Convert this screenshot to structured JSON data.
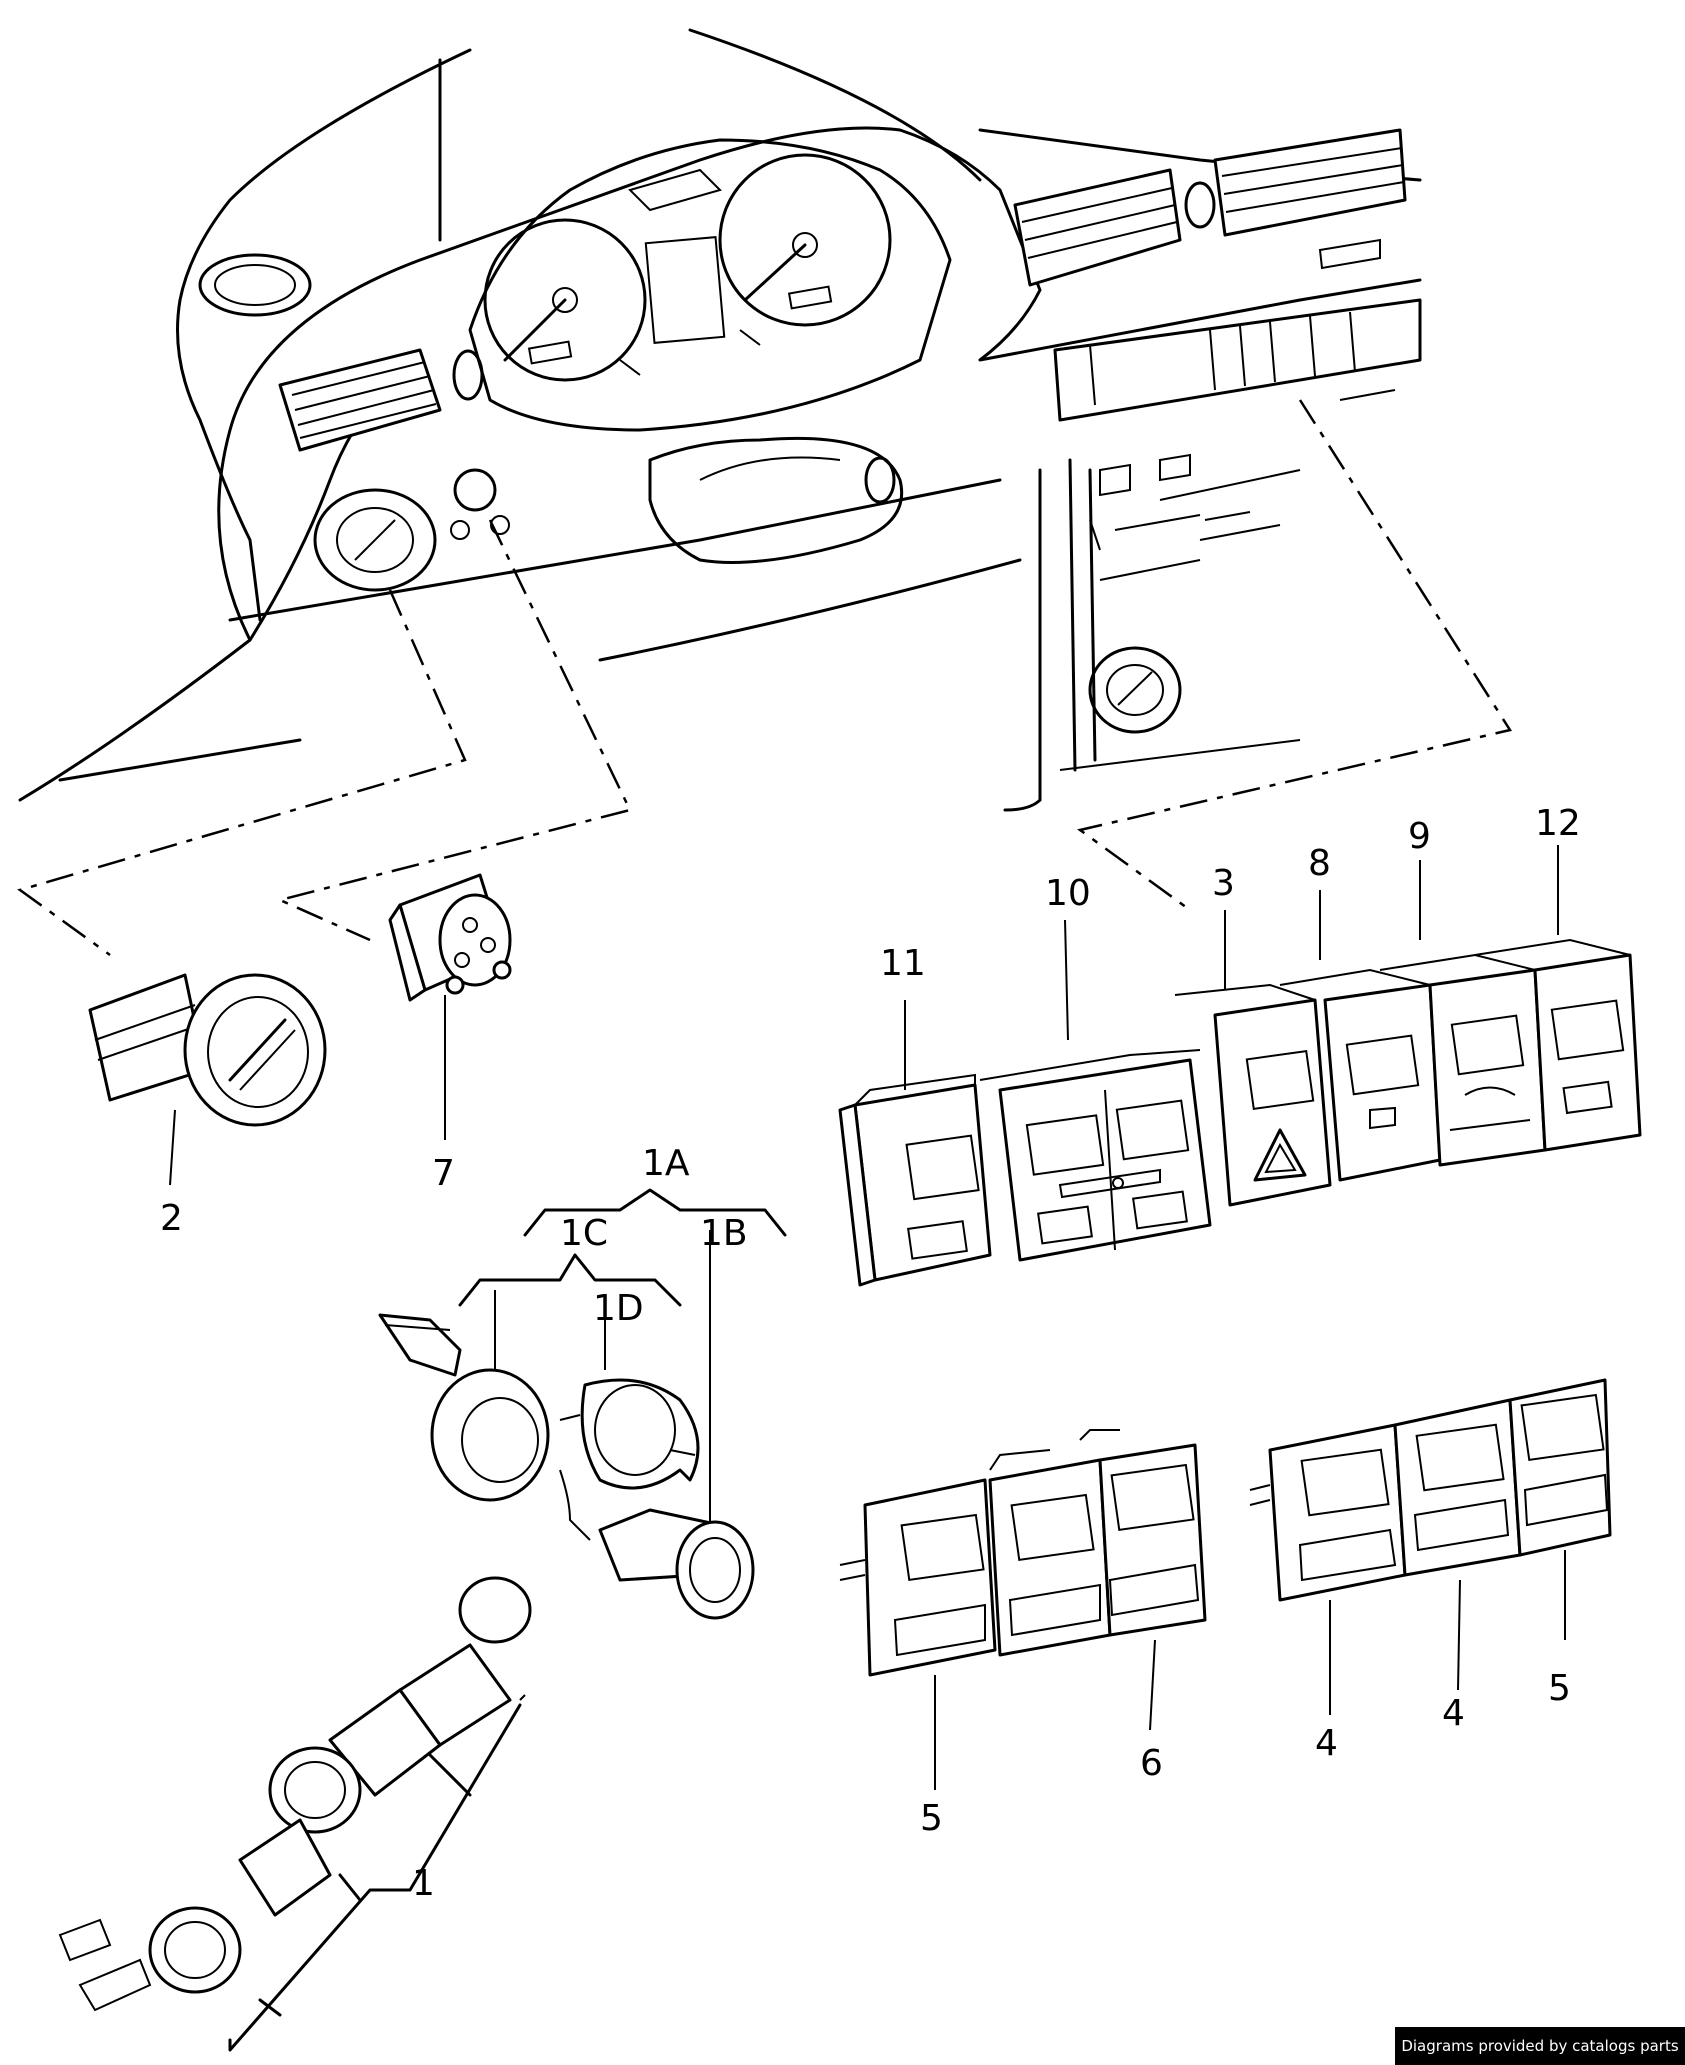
{
  "callouts": {
    "c11": "11",
    "c10": "10",
    "c3": "3",
    "c8": "8",
    "c9": "9",
    "c12": "12",
    "c2": "2",
    "c7": "7",
    "c1A": "1A",
    "c1C": "1C",
    "c1B": "1B",
    "c1D": "1D",
    "c1": "1",
    "c5a": "5",
    "c6": "6",
    "c4a": "4",
    "c4b": "4",
    "c5b": "5"
  },
  "credit": "Diagrams provided by catalogs parts"
}
